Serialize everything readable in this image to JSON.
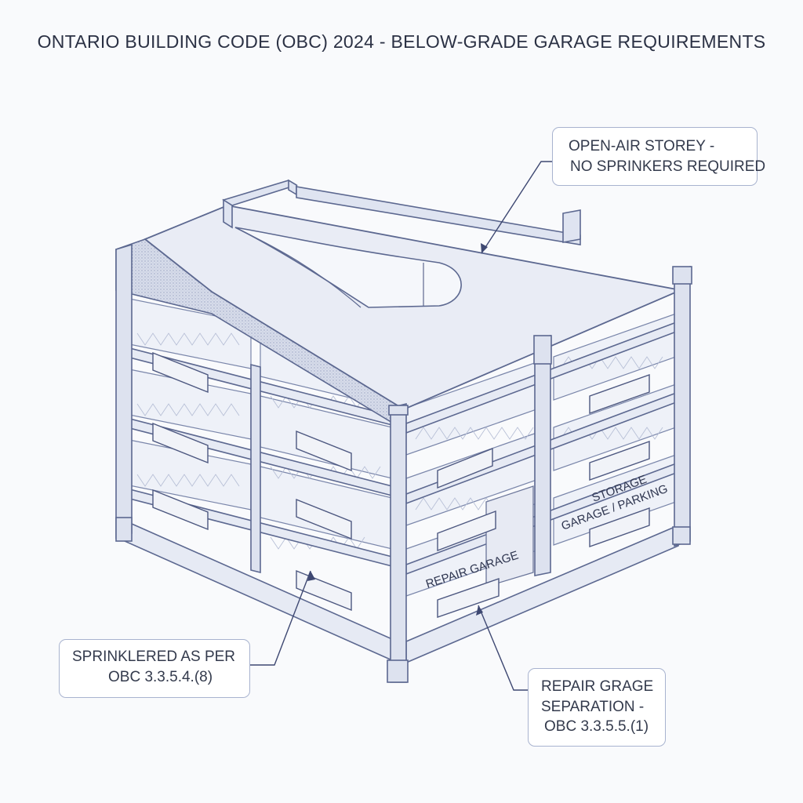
{
  "title": "ONTARIO BUILDING CODE (OBC) 2024 - BELOW-GRADE GARAGE REQUIREMENTS",
  "callouts": {
    "open_air": {
      "line1": "OPEN-AIR STOREY -",
      "line2": "NO SPRINKERS REQUIRED"
    },
    "sprinklered": {
      "line1": "SPRINKLERED AS PER",
      "line2": "OBC 3.3.5.4.(8)"
    },
    "repair_separation": {
      "line1": "REPAIR GRAGE",
      "line2": "SEPARATION -",
      "line3": "OBC 3.3.5.5.(1)"
    }
  },
  "zone_labels": {
    "repair_garage": "REPAIR GARAGE",
    "storage_line1": "STORAGE",
    "storage_line2": "GARAGE / PARKING"
  },
  "colors": {
    "background": "#f9fafc",
    "line": "#5c6890",
    "leader": "#3e4872",
    "roof": "#e9ecf5",
    "floor": "#eef1f8",
    "column": "#dde2ef",
    "callout_border": "#a8b3cf"
  }
}
